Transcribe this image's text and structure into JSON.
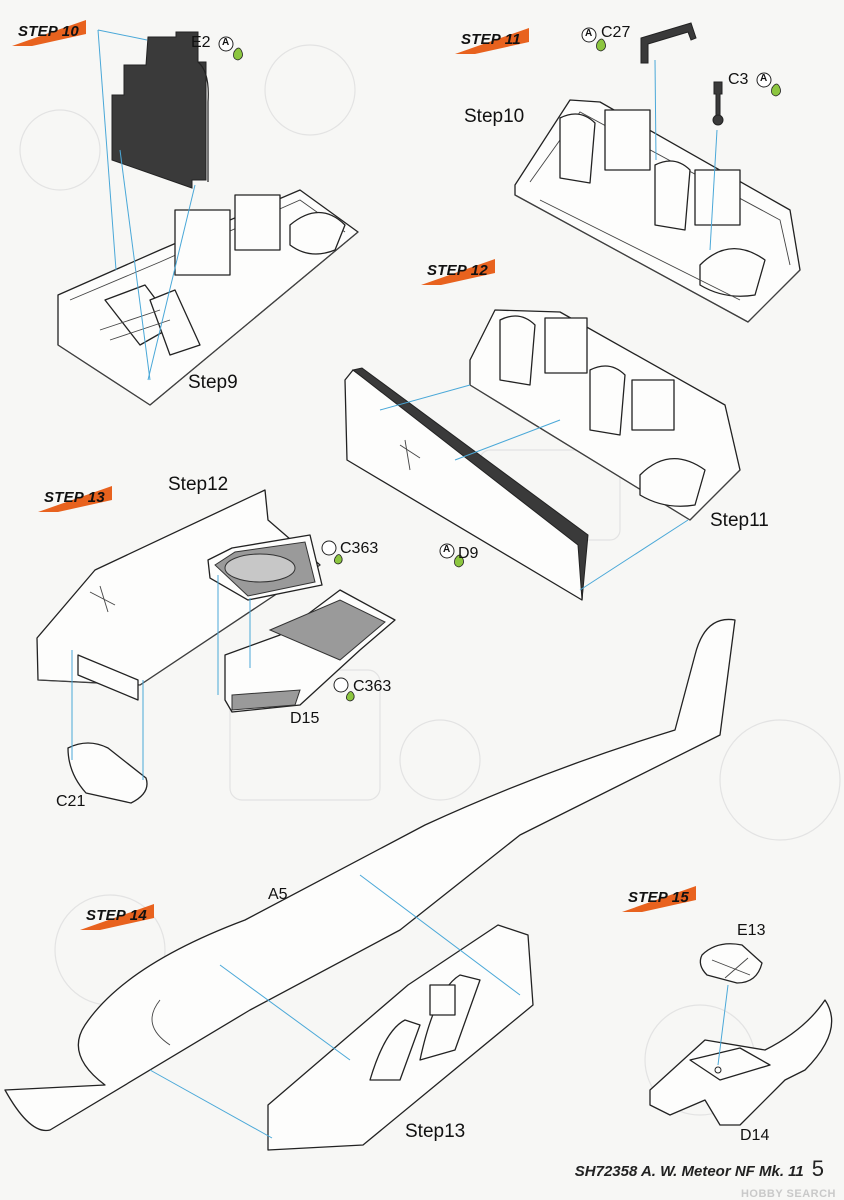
{
  "steps": [
    {
      "id": "step10",
      "label": "STEP 10"
    },
    {
      "id": "step11",
      "label": "STEP 11"
    },
    {
      "id": "step12",
      "label": "STEP 12"
    },
    {
      "id": "step13",
      "label": "STEP 13"
    },
    {
      "id": "step14",
      "label": "STEP 14"
    },
    {
      "id": "step15",
      "label": "STEP 15"
    }
  ],
  "parts": {
    "e2": "E2",
    "c27": "C27",
    "c3": "C3",
    "c363_top": "C363",
    "c363_bottom": "C363",
    "d9": "D9",
    "d15": "D15",
    "c21": "C21",
    "a5": "A5",
    "e13": "E13",
    "d14": "D14"
  },
  "subassemblies": {
    "step9": "Step9",
    "step10": "Step10",
    "step11": "Step11",
    "step12": "Step12",
    "step13": "Step13"
  },
  "paint_code": "A",
  "footer": {
    "product": "SH72358 A. W. Meteor NF Mk. 11",
    "page": "5"
  },
  "watermark": "HOBBY SEARCH",
  "colors": {
    "badge_orange": "#e8621e",
    "leader_blue": "#4aa8d8",
    "glue_green": "#8cc63f",
    "part_dark": "#3a3a3a",
    "part_grey": "#9a9a9a"
  }
}
